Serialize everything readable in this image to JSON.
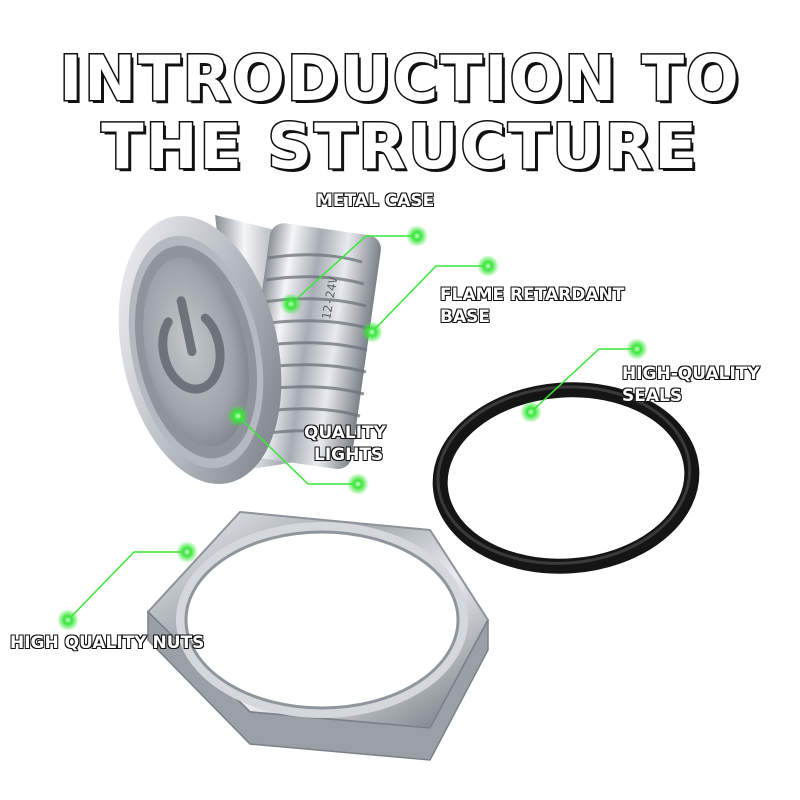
{
  "title": {
    "line1": "INTRODUCTION TO",
    "line2": "THE STRUCTURE"
  },
  "labels": {
    "metal_case": "METAL CASE",
    "flame_line1": "FLAME RETARDANT",
    "flame_line2": "BASE",
    "seals_line1": "HIGH-QUALITY",
    "seals_line2": "SEALS",
    "lights_line1": "QUALITY",
    "lights_line2": "LIGHTS",
    "nuts": "HIGH QUALITY NUTS"
  },
  "engraving": "12-24V",
  "colors": {
    "callout": "#39e639",
    "text_fill": "#ffffff",
    "text_stroke": "#111111",
    "ring_rubber": "#151515"
  },
  "icons": {
    "power": "power-icon"
  }
}
